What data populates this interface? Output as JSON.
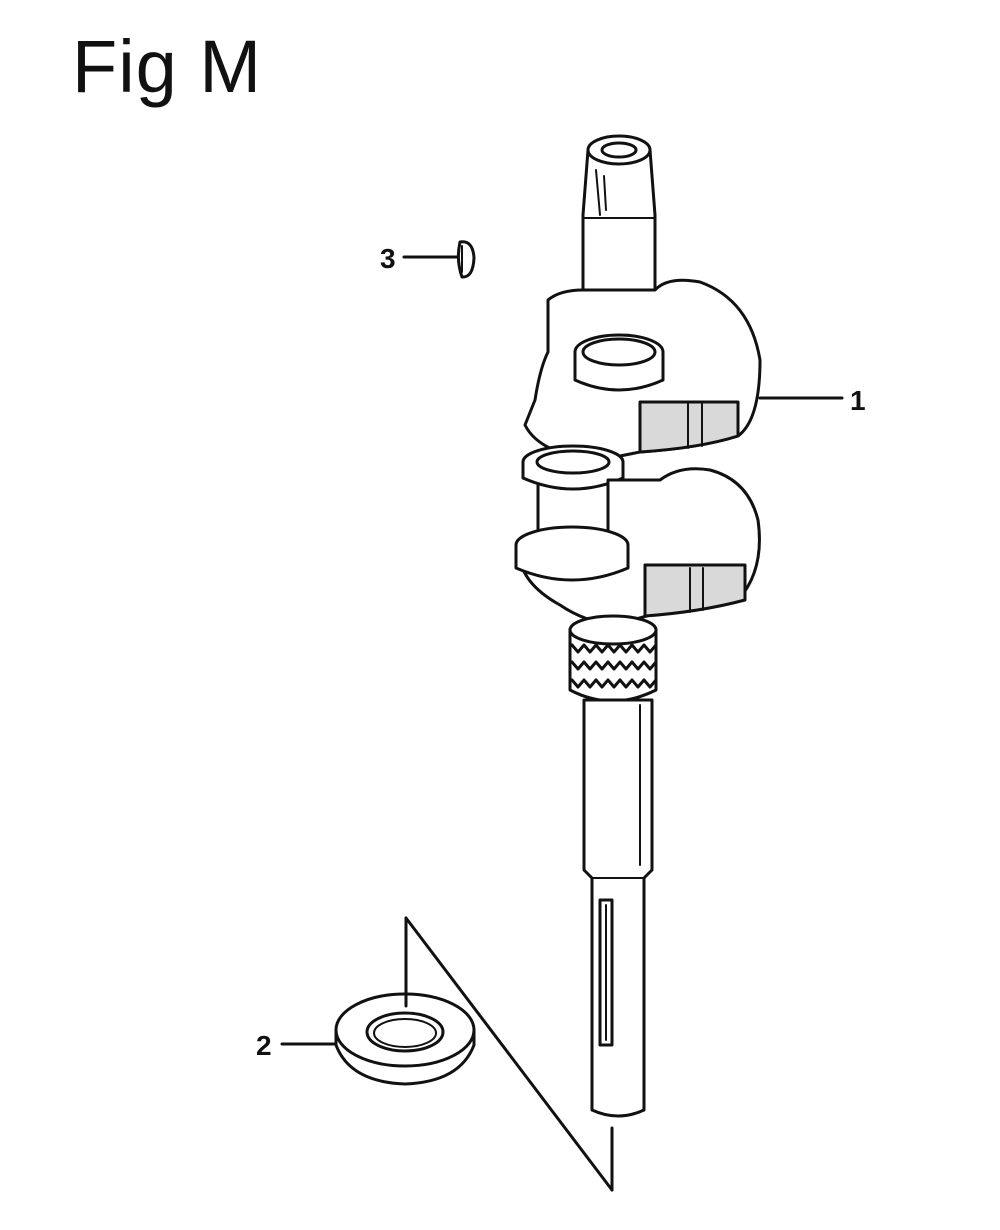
{
  "figure": {
    "title": "Fig M"
  },
  "callouts": [
    {
      "id": "1",
      "label": "1"
    },
    {
      "id": "2",
      "label": "2"
    },
    {
      "id": "3",
      "label": "3"
    }
  ]
}
